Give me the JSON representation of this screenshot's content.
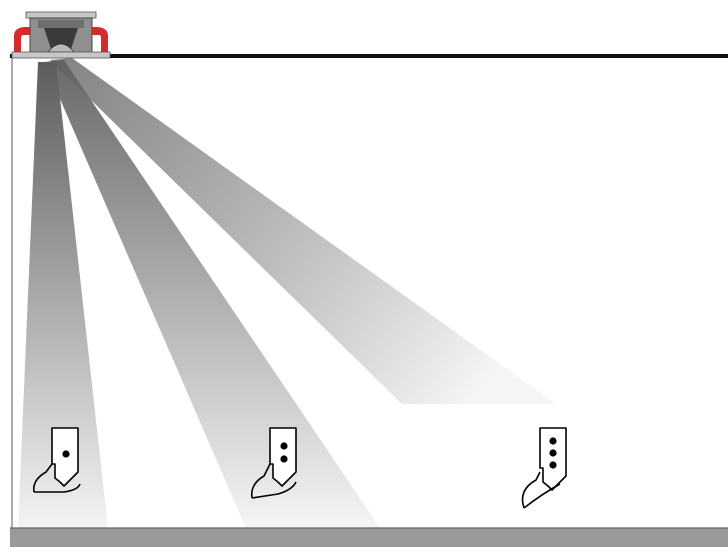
{
  "diagram": {
    "colors": {
      "background": "#ffffff",
      "ceiling_line": "#111111",
      "wall_line": "#777777",
      "floor": "#999999",
      "floor_edge": "#666666",
      "beam_dark": "#5c5c5c",
      "beam_light": "#f4f4f4",
      "speaker_body": "#8f8f8f",
      "speaker_bracket": "#c7c7c7",
      "speaker_accent": "#d42a2a",
      "figure_fill": "#ffffff",
      "figure_stroke": "#000000",
      "dot": "#000000"
    },
    "speaker": {
      "icon": "ceiling-speaker-icon"
    },
    "beams": [
      {
        "name": "beam-1",
        "target": "listener-1"
      },
      {
        "name": "beam-2",
        "target": "listener-2"
      },
      {
        "name": "beam-3",
        "target": "listener-3"
      }
    ],
    "listeners": [
      {
        "name": "listener-1",
        "icon": "seated-listener-icon",
        "dots": 1
      },
      {
        "name": "listener-2",
        "icon": "seated-listener-icon",
        "dots": 2
      },
      {
        "name": "listener-3",
        "icon": "seated-listener-icon",
        "dots": 3
      }
    ]
  }
}
